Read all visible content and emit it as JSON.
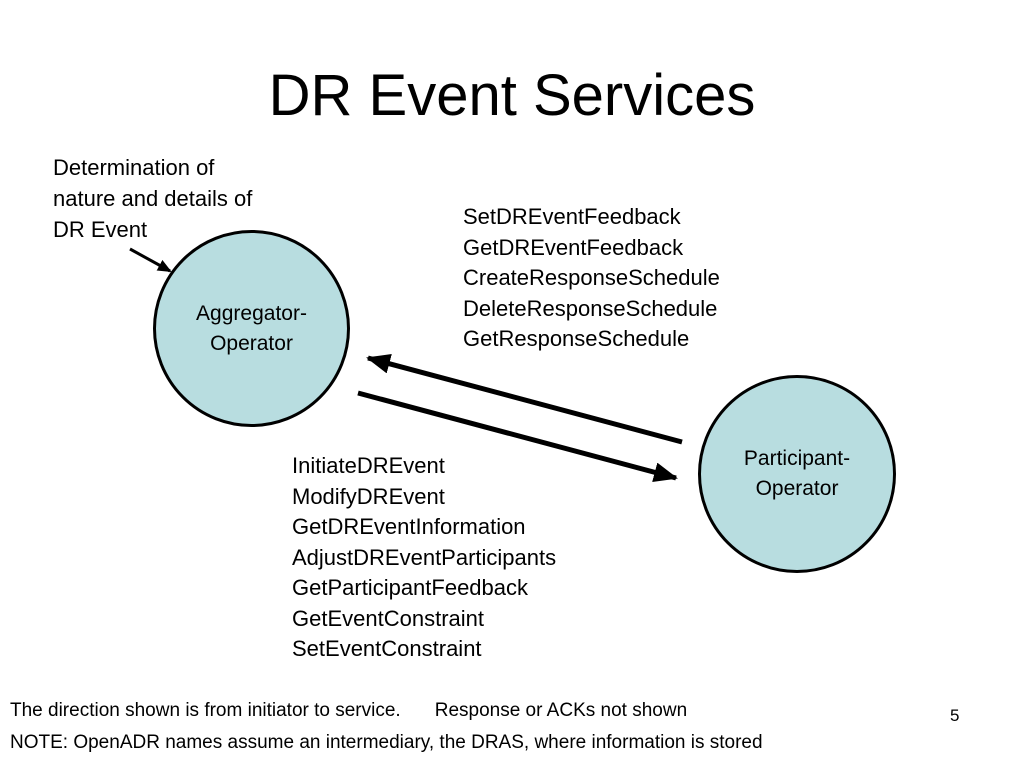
{
  "slide": {
    "title": "DR Event Services",
    "annotation": "Determination of nature and details of DR Event",
    "nodes": {
      "aggregator": {
        "line1": "Aggregator-",
        "line2": "Operator"
      },
      "participant": {
        "line1": "Participant-",
        "line2": "Operator"
      }
    },
    "feedback_services": [
      "SetDREventFeedback",
      "GetDREventFeedback",
      "CreateResponseSchedule",
      "DeleteResponseSchedule",
      "GetResponseSchedule"
    ],
    "event_services": [
      "InitiateDREvent",
      "ModifyDREvent",
      "GetDREventInformation",
      "AdjustDREventParticipants",
      "GetParticipantFeedback",
      "GetEventConstraint",
      "SetEventConstraint"
    ],
    "footnote_direction": "The direction shown is from initiator to service.",
    "footnote_ack": "Response or ACKs not shown",
    "footnote_note": "NOTE: OpenADR names assume an intermediary, the DRAS, where information is stored",
    "page_number": "5"
  }
}
